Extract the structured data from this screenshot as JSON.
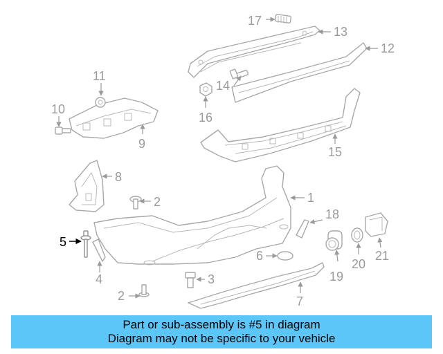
{
  "callouts": {
    "c1": "1",
    "c2a": "2",
    "c2b": "2",
    "c3": "3",
    "c4": "4",
    "c5": "5",
    "c6": "6",
    "c7": "7",
    "c8": "8",
    "c9": "9",
    "c10": "10",
    "c11": "11",
    "c12": "12",
    "c13": "13",
    "c14": "14",
    "c15": "15",
    "c16": "16",
    "c17": "17",
    "c18": "18",
    "c19": "19",
    "c20": "20",
    "c21": "21"
  },
  "highlighted_part": "5",
  "colors": {
    "banner": "#5bc6f8",
    "line_art": "#a8a8a8",
    "highlight": "#000000"
  },
  "banner": {
    "line1": "Part or sub-assembly is #5 in diagram",
    "line2": "Diagram may not be specific to your vehicle"
  }
}
